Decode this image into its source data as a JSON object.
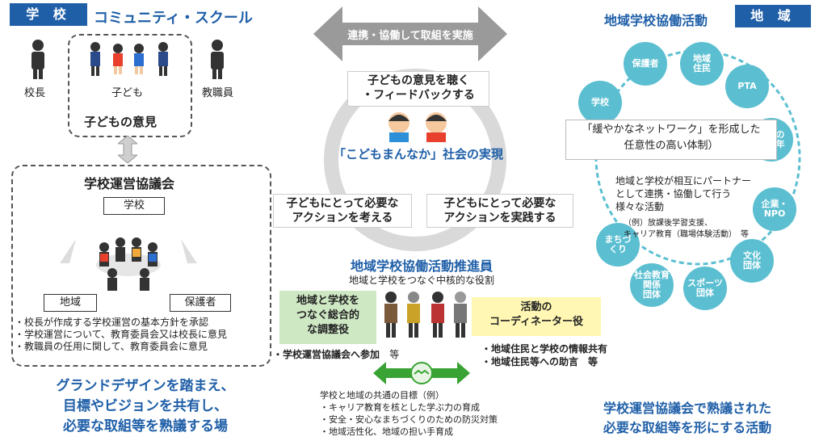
{
  "left": {
    "badge": "学 校",
    "title": "コミュニティ・スクール",
    "principal_label": "校長",
    "children_label": "子ども",
    "staff_label": "教職員",
    "children_voice": "子どもの意見",
    "council_title": "学校運営協議会",
    "school_box": "学校",
    "region_box": "地域",
    "guardian_box": "保護者",
    "bullets": [
      "・校長が作成する学校運営の基本方針を承認",
      "・学校運営について、教育委員会又は校長に意見",
      "・教職員の任用に関して、教育委員会に意見"
    ],
    "caption_lines": [
      "グランドデザインを踏まえ、",
      "目標やビジョンを共有し、",
      "必要な取組等を熟議する場"
    ]
  },
  "center": {
    "arrow_text": "連携・協働して取組を実施",
    "listen_lines": [
      "子どもの意見を聴く",
      "・フィードバックする"
    ],
    "society": "「こどもまんなか」社会の実現",
    "left_action_lines": [
      "子どもにとって必要な",
      "アクションを考える"
    ],
    "right_action_lines": [
      "子どもにとって必要な",
      "アクションを実践する"
    ],
    "promoter_title": "地域学校協働活動推進員",
    "promoter_sub": "地域と学校をつなぐ中核的な役割",
    "coordinator_left_lines": [
      "地域と学校を",
      "つなぐ総合的",
      "な調整役"
    ],
    "coordinator_left_note": "・学校運営協議会へ参加",
    "coordinator_left_note_suffix": "等",
    "coordinator_right_lines": [
      "活動の",
      "コーディネーター役"
    ],
    "coordinator_right_notes": [
      "・地域住民と学校の情報共有",
      "・地域住民等への助言　等"
    ],
    "common_goal_title": "学校と地域の共通の目標（例）",
    "common_goal_items": [
      "・キャリア教育を核とした学ぶ力の育成",
      "・安全・安心なまちづくりのための防災対策",
      "・地域活性化、地域の担い手育成"
    ]
  },
  "right": {
    "badge": "地 域",
    "title": "地域学校協働活動",
    "nodes": [
      "保護者",
      "地域\n住民",
      "PTA",
      "地域の\n青少年",
      "企業・\nNPO",
      "文化\n団体",
      "スポーツ\n団体",
      "社会教育\n関係\n団体",
      "まちづ\nくり",
      "学校"
    ],
    "network_lines": [
      "「緩やかなネットワーク」を形成した",
      "任意性の高い体制）"
    ],
    "partner_lines": [
      "地域と学校が相互にパートナー",
      "として連携・協働して行う",
      "様々な活動"
    ],
    "example_lines": [
      "（例）放課後学習支援、",
      "キャリア教育（職場体験活動）　等"
    ],
    "caption_lines": [
      "学校運営協議会で熟議された",
      "必要な取組等を形にする活動"
    ]
  },
  "colors": {
    "accent": "#1f5fa8",
    "node": "#5bbfd1",
    "green": "#3aa335"
  }
}
